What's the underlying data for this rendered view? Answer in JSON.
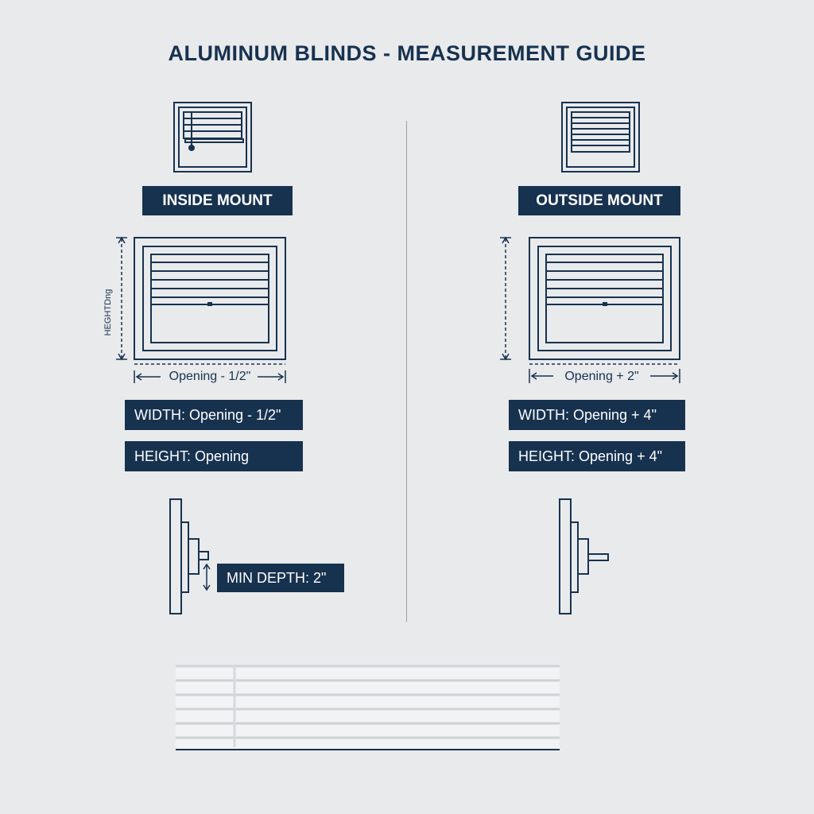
{
  "title": "ALUMINUM BLINDS - MEASUREMENT GUIDE",
  "inside": {
    "label": "INSIDE MOUNT",
    "dimension": "Opening - 1/2\"",
    "height_axis": "HEGHTDng",
    "width_spec": "WIDTH: Opening - 1/2\"",
    "height_spec": "HEIGHT: Opening",
    "depth_spec": "MIN DEPTH: 2\""
  },
  "outside": {
    "label": "OUTSIDE MOUNT",
    "dimension": "Opening + 2\"",
    "width_spec": "WIDTH: Opening + 4\"",
    "height_spec": "HEIGHT: Opening + 4\""
  },
  "colors": {
    "navy": "#17324f",
    "background": "#e9eaec",
    "line": "#9aa0a6"
  }
}
